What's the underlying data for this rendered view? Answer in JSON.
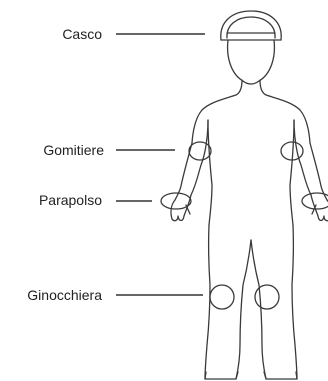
{
  "labels": {
    "helmet": "Casco",
    "elbow_pads": "Gomitiere",
    "wrist_guards": "Parapolso",
    "knee_pads": "Ginocchiera"
  }
}
